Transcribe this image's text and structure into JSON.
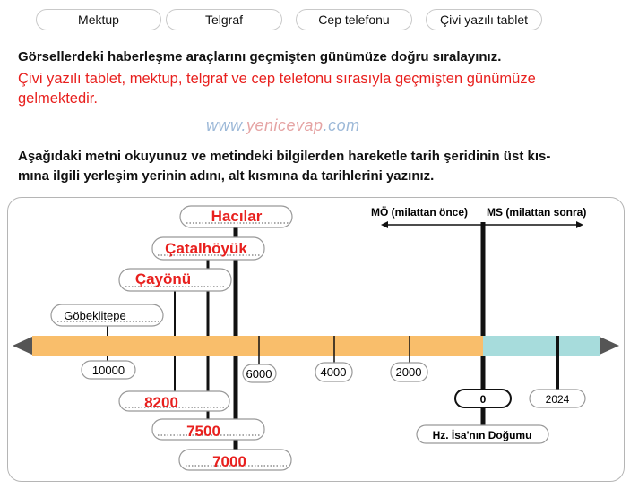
{
  "options": [
    "Mektup",
    "Telgraf",
    "Cep telefonu",
    "Çivi yazılı tablet"
  ],
  "question1": "Görsellerdeki haberleşme araçlarını geçmişten günümüze doğru sıralayınız.",
  "answer1": "Çivi yazılı tablet, mektup, telgraf ve cep telefonu sırasıyla geçmişten günümüze gelmektedir.",
  "watermark": {
    "prefix": "www.",
    "brand": "yenicevap",
    "suffix": ".com"
  },
  "question2_line1": "Aşağıdaki metni okuyunuz ve metindeki bilgilerden hareketle tarih şeridinin üst kıs-",
  "question2_line2": "mına ilgili yerleşim yerinin adını, alt kısmına da tarihlerini yazınız.",
  "timeline": {
    "mo_label": "MÖ (milattan önce)",
    "ms_label": "MS (milattan sonra)",
    "settlements": [
      "Hacılar",
      "Çatalhöyük",
      "Çayönü",
      "Göbeklitepe"
    ],
    "ticks": [
      "10000",
      "6000",
      "4000",
      "2000",
      "0",
      "2024"
    ],
    "dates": [
      "8200",
      "7500",
      "7000"
    ],
    "birth_label": "Hz. İsa'nın Doğumu",
    "colors": {
      "bce": "#f9be6b",
      "ce": "#a7dcdc",
      "answer": "#e8201e"
    }
  }
}
